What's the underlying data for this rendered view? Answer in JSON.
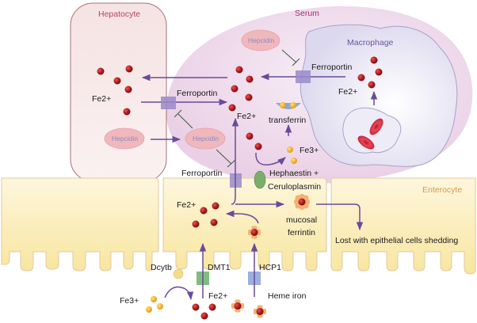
{
  "diagram": {
    "compartments": {
      "hepatocyte": "Hepatocyte",
      "serum": "Serum",
      "macrophage": "Macrophage",
      "enterocyte": "Enterocyte"
    },
    "labels": {
      "fe2_hepatocyte": "Fe2+",
      "ferroportin_hepatocyte": "Ferroportin",
      "hepcidin_hepatocyte": "Hepcidin",
      "hepcidin_serum_mid": "Hepcidin",
      "hepcidin_serum_top": "Hepcidin",
      "ferroportin_macrophage": "Ferroportin",
      "fe2_macrophage": "Fe2+",
      "fe2_serum": "Fe2+",
      "transferrin": "transferrin",
      "fe3_serum": "Fe3+",
      "ferroportin_enterocyte": "Ferroportin",
      "hephaestin_line1": "Hephaestin +",
      "hephaestin_line2": "Ceruloplasmin",
      "fe2_enterocyte": "Fe2+",
      "mucosal_line1": "mucosal",
      "mucosal_line2": "ferrintin",
      "lost": "Lost with epithelial cells shedding",
      "dcytb": "Dcytb",
      "dmt1": "DMT1",
      "hcp1": "HCP1",
      "fe3_lumen": "Fe3+",
      "fe2_lumen": "Fe2+",
      "heme_iron": "Heme iron"
    },
    "colors": {
      "fe2_iron": "#b01c22",
      "fe3_iron": "#f2a91a",
      "arrow": "#6a4a9a",
      "inhibit": "#3a5a3a",
      "ferroportin": "#9a8ac8",
      "dmt1": "#6ab06a",
      "hcp1": "#8aa0d8",
      "hepcidin": "#f0b8bc",
      "hepatocyte_fill": "#f7e6e6",
      "serum_fill": "#f1dcec",
      "macrophage_fill": "#e6e4f2",
      "enterocyte_fill": "#fbefc0"
    }
  }
}
